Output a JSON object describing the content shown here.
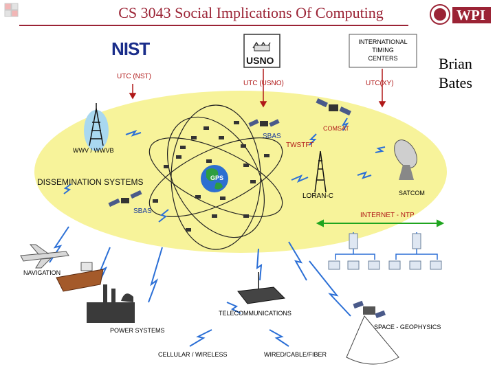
{
  "header": {
    "title": "CS 3043 Social Implications Of Computing",
    "logo_text": "WPI",
    "author_first": "Brian",
    "author_last": "Bates"
  },
  "sources": {
    "nist_logo": "NIST",
    "usno_logo": "USNO",
    "itc_line1": "INTERNATIONAL",
    "itc_line2": "TIMING",
    "itc_line3": "CENTERS",
    "utc_nist": "UTC (NST)",
    "utc_usno": "UTC (USNO)",
    "utc_xy": "UTC(XY)"
  },
  "diagram": {
    "wwv": "WWV / WWVB",
    "dissemination": "DISSEMINATION SYSTEMS",
    "sbas_top": "SBAS",
    "sbas_left": "SBAS",
    "comsat": "COMSAT",
    "twstft": "TWSTFT",
    "gps": "GPS",
    "loranc": "LORAN-C",
    "satcom": "SATCOM",
    "internet": "INTERNET - NTP",
    "navigation": "NAVIGATION",
    "telecom": "TELECOMMUNICATIONS",
    "power": "POWER SYSTEMS",
    "cellular": "CELLULAR / WIRELESS",
    "wired": "WIRED/CABLE/FIBER",
    "space": "SPACE - GEOPHYSICS"
  },
  "colors": {
    "title": "#9b2335",
    "ellipse": "#f7f39a",
    "red_labels": "#b01818",
    "blue_labels": "#1a3a9c",
    "arrows": "#2b6fd6",
    "internet_line": "#1fa51f"
  }
}
